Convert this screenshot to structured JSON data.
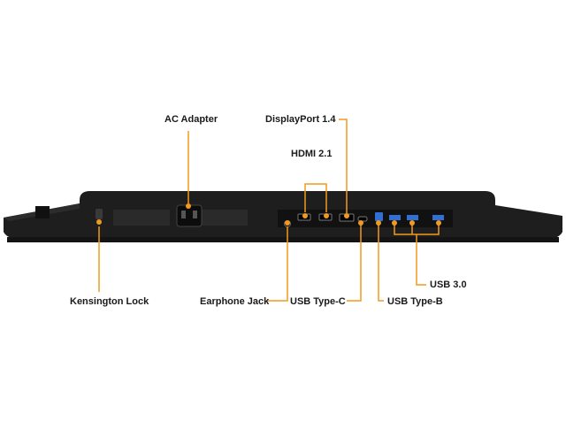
{
  "labels": {
    "ac_adapter": "AC Adapter",
    "displayport": "DisplayPort 1.4",
    "hdmi": "HDMI 2.1",
    "kensington": "Kensington Lock",
    "earphone": "Earphone Jack",
    "usb_c": "USB Type-C",
    "usb_b": "USB Type-B",
    "usb3": "USB 3.0"
  },
  "colors": {
    "accent": "#f39a1e",
    "monitor_body": "#1e1e1e",
    "monitor_edge": "#2c2c2c",
    "usb_blue": "#2f6fd6",
    "label_text": "#1a1a1a"
  }
}
